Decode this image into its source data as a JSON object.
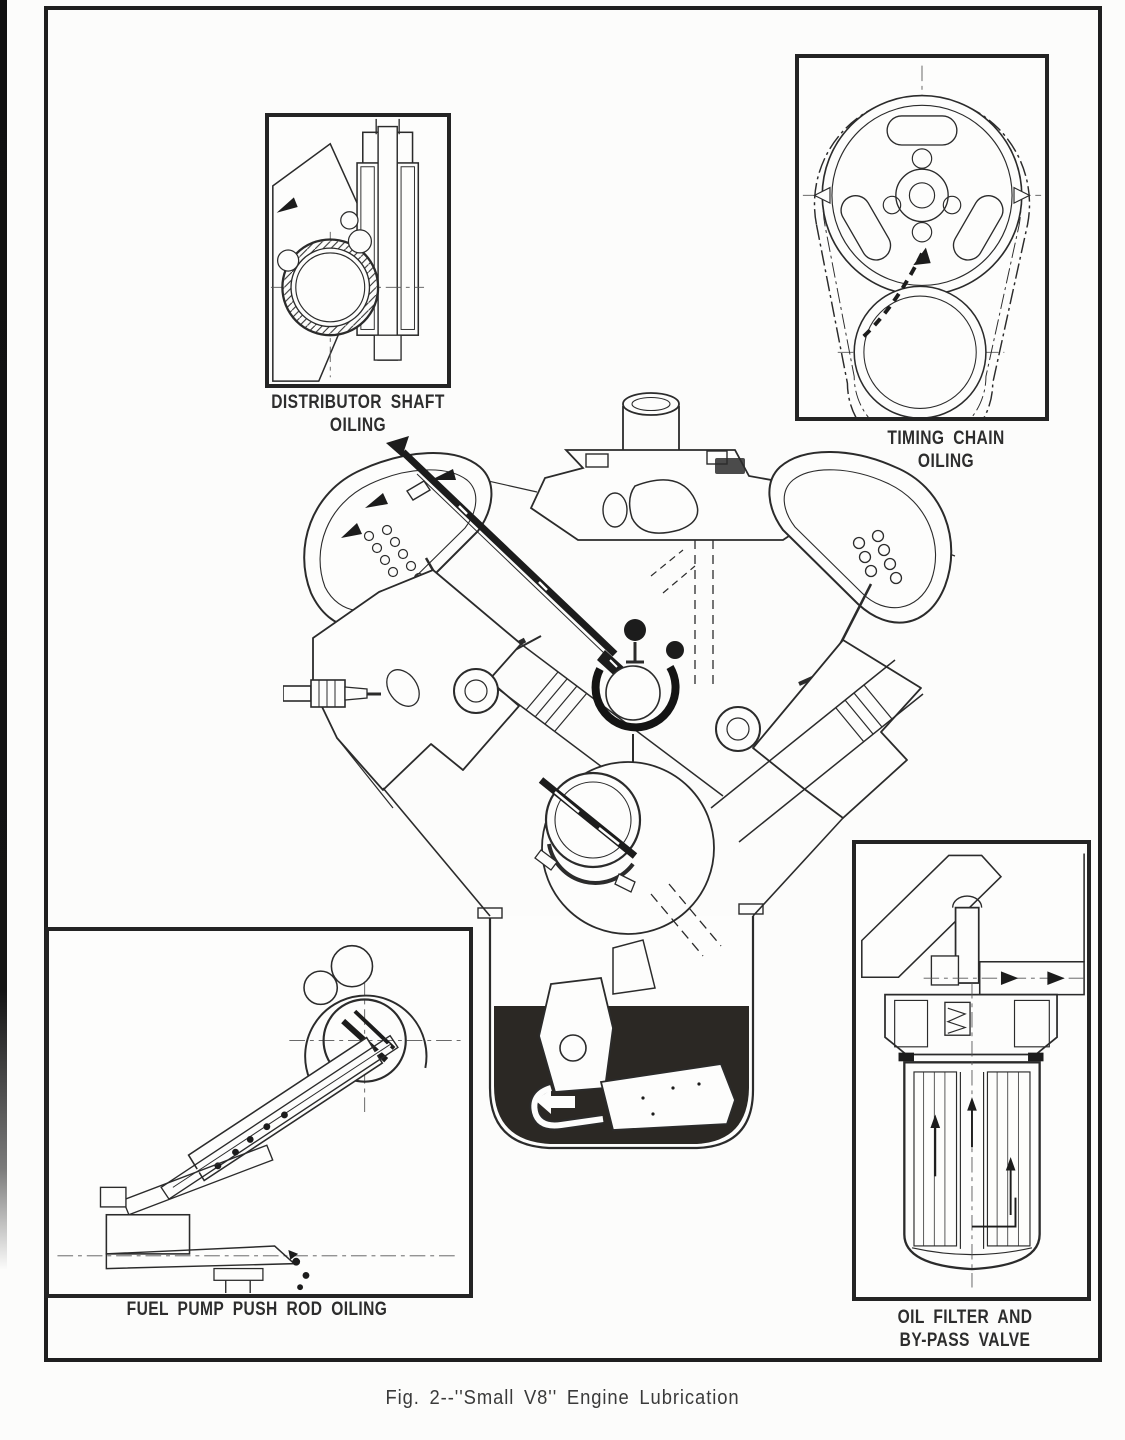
{
  "page": {
    "caption": "Fig. 2--''Small V8'' Engine Lubrication"
  },
  "figure": {
    "ink_color": "#2b2b2b",
    "oil_color": "#2b2824",
    "paper_color": "#fcfcfb",
    "main_drawing": "small-v8-engine-lubrication-cross-section"
  },
  "insets": [
    {
      "id": "distributor-shaft-oiling",
      "label_line1": "DISTRIBUTOR SHAFT",
      "label_line2": "OILING",
      "drawing": "distributor-shaft-cross-section"
    },
    {
      "id": "timing-chain-oiling",
      "label_line1": "TIMING CHAIN",
      "label_line2": "OILING",
      "drawing": "timing-chain-sprockets-front-view"
    },
    {
      "id": "fuel-pump-push-rod-oiling",
      "label_line1": "FUEL PUMP PUSH ROD OILING",
      "label_line2": "",
      "drawing": "fuel-pump-push-rod-cross-section"
    },
    {
      "id": "oil-filter-bypass-valve",
      "label_line1": "OIL FILTER AND",
      "label_line2": "BY-PASS VALVE",
      "drawing": "oil-filter-bypass-valve-cross-section"
    }
  ]
}
